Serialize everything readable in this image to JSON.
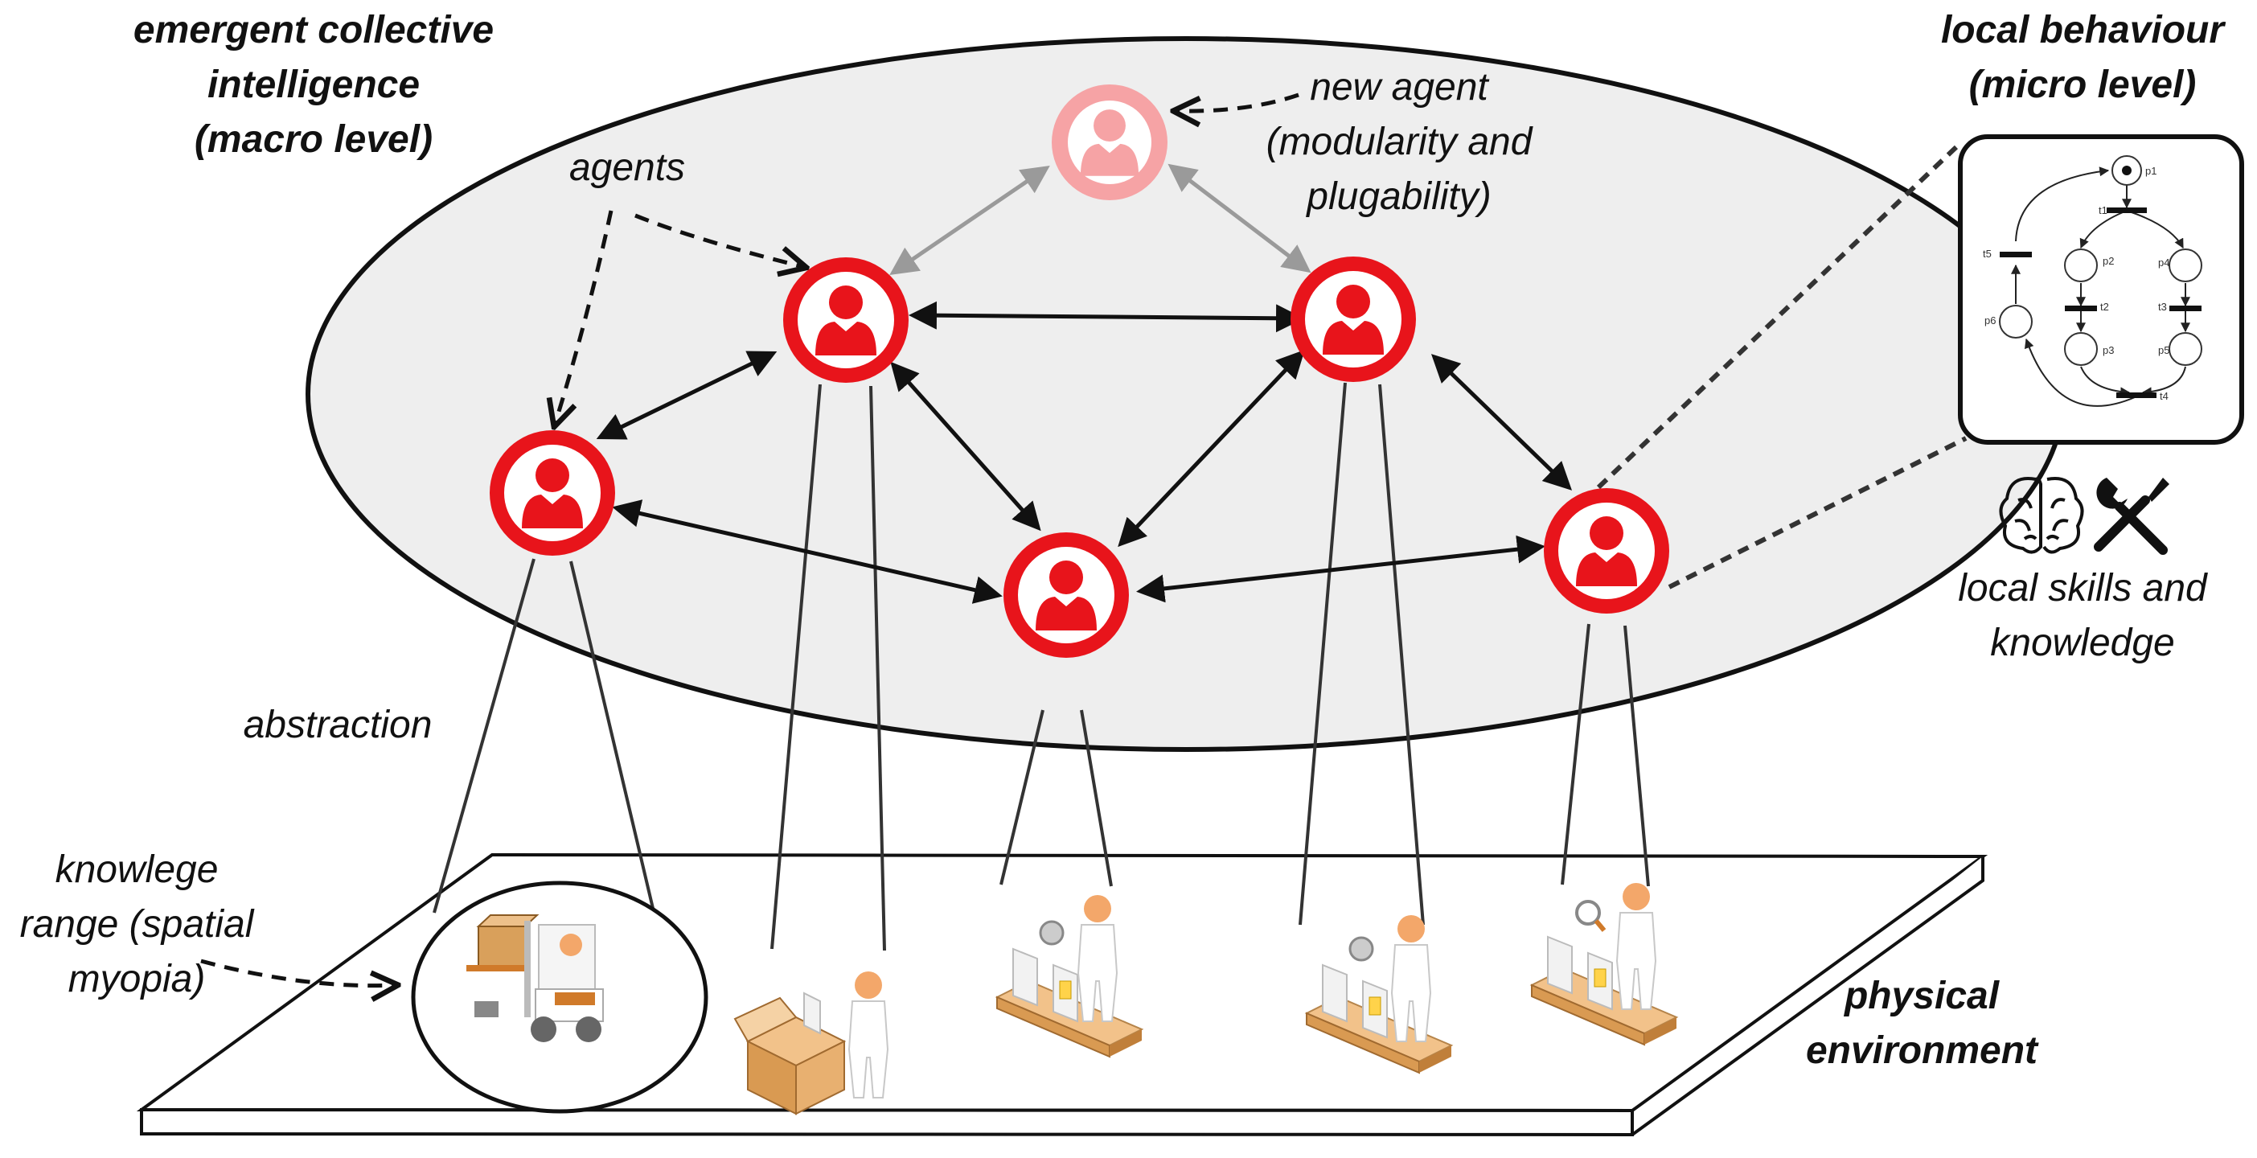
{
  "labels": {
    "macro": [
      "emergent collective",
      "intelligence",
      "(macro level)"
    ],
    "agents": "agents",
    "new_agent": [
      "new agent",
      "(modularity and",
      "plugability)"
    ],
    "micro": [
      "local behaviour",
      "(micro level)"
    ],
    "skills": [
      "local skills and",
      "knowledge"
    ],
    "abstraction": "abstraction",
    "range": [
      "knowlege",
      "range (spatial",
      "myopia)"
    ],
    "physical": [
      "physical",
      "environment"
    ]
  },
  "petri_net": {
    "places": [
      "p1",
      "p2",
      "p3",
      "p4",
      "p5",
      "p6"
    ],
    "transitions": [
      "t1",
      "t2",
      "t3",
      "t4",
      "t5"
    ]
  },
  "icons": {
    "agent": "user-icon",
    "skills": [
      "brain-icon",
      "tools-icon"
    ],
    "stations": [
      "forklift-icon",
      "packing-station-icon",
      "assembly-station-icon",
      "assembly-station-icon",
      "inspection-station-icon"
    ]
  },
  "colors": {
    "agent": "#e8141b",
    "new_agent": "#f6a3a5",
    "platform_fill": "#ffffff",
    "ellipse_fill": "#eeeeee",
    "link": "#111111",
    "new_link": "#999999"
  }
}
